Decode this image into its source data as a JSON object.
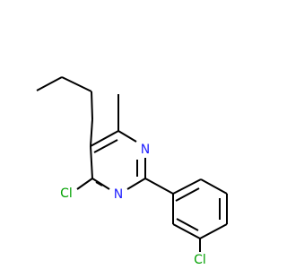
{
  "molecule": {
    "atoms": {
      "n1": {
        "label": "N",
        "color": "#2020ff"
      },
      "n3": {
        "label": "N",
        "color": "#2020ff"
      },
      "cl4": {
        "label": "Cl",
        "color": "#00a000"
      },
      "cl_para": {
        "label": "Cl",
        "color": "#00a000"
      }
    },
    "colors": {
      "bond": "#000000",
      "background": "#ffffff"
    }
  }
}
